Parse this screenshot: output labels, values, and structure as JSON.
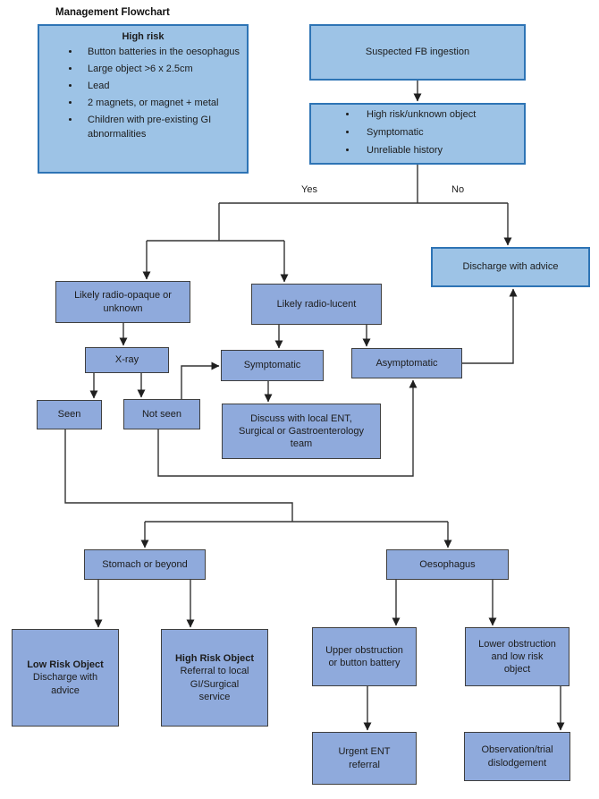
{
  "title": "Management Flowchart",
  "colors": {
    "light_blue_fill": "#9DC3E6",
    "light_blue_border": "#2E74B5",
    "periwinkle_fill": "#8FAADC",
    "dark_border": "#3f3f3f",
    "line": "#333333"
  },
  "high_risk_panel": {
    "heading": "High risk",
    "items": [
      "Button batteries in the oesophagus",
      "Large object >6 x 2.5cm",
      "Lead",
      "2 magnets, or magnet + metal",
      "Children with pre-existing GI abnormalities"
    ]
  },
  "edge_labels": {
    "yes": "Yes",
    "no": "No"
  },
  "nodes": {
    "suspected": "Suspected FB ingestion",
    "criteria_items": [
      "High risk/unknown object",
      "Symptomatic",
      "Unreliable history"
    ],
    "discharge_advice": "Discharge with advice",
    "radio_opaque": "Likely radio-opaque or unknown",
    "radio_lucent": "Likely radio-lucent",
    "xray": "X-ray",
    "symptomatic": "Symptomatic",
    "asymptomatic": "Asymptomatic",
    "seen": "Seen",
    "not_seen": "Not seen",
    "discuss": "Discuss with local ENT, Surgical or Gastroenterology team",
    "stomach": "Stomach or beyond",
    "oesophagus": "Oesophagus",
    "low_risk_title": "Low Risk Object",
    "low_risk_body": "Discharge with advice",
    "high_risk_title": "High Risk Object",
    "high_risk_body": "Referral to local GI/Surgical service",
    "upper_obstruction": "Upper obstruction or button battery",
    "lower_obstruction": "Lower obstruction and low risk object",
    "urgent_ent": "Urgent ENT referral",
    "observation": "Observation/trial dislodgement"
  }
}
